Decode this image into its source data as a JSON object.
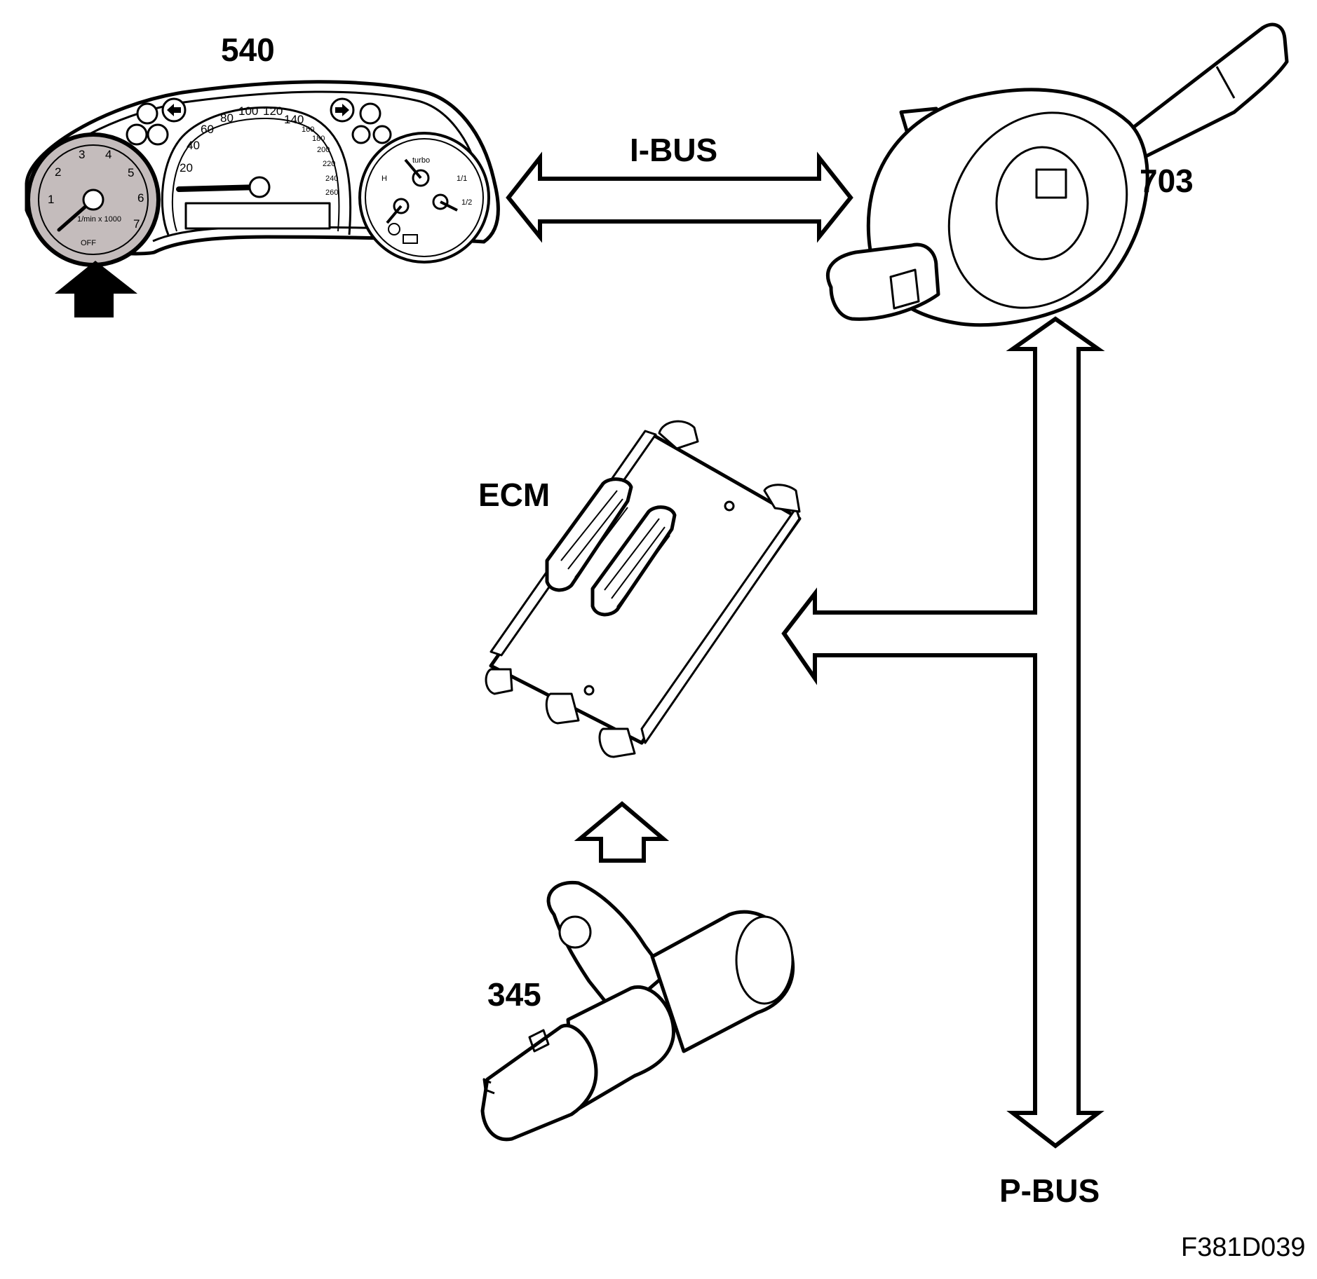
{
  "labels": {
    "instrument_cluster": "540",
    "steering_wheel_module": "703",
    "engine_control_module": "ECM",
    "crankshaft_sensor": "345",
    "i_bus": "I-BUS",
    "p_bus": "P-BUS",
    "figure_code": "F381D039"
  },
  "speedometer": {
    "ticks": [
      "20",
      "40",
      "60",
      "80",
      "100",
      "120",
      "140",
      "160",
      "180",
      "200",
      "220",
      "240",
      "260"
    ]
  },
  "tachometer": {
    "ticks": [
      "1",
      "2",
      "3",
      "4",
      "5",
      "6",
      "7"
    ],
    "unit": "1/min x 1000",
    "off_text": "OFF"
  },
  "turbo_gauge": {
    "label": "turbo",
    "temp_mark": "H",
    "fuel_marks": [
      "1/1",
      "1/2"
    ]
  },
  "colors": {
    "line": "#000000",
    "background": "#ffffff",
    "tachometer_face": "#c4bcbc"
  }
}
